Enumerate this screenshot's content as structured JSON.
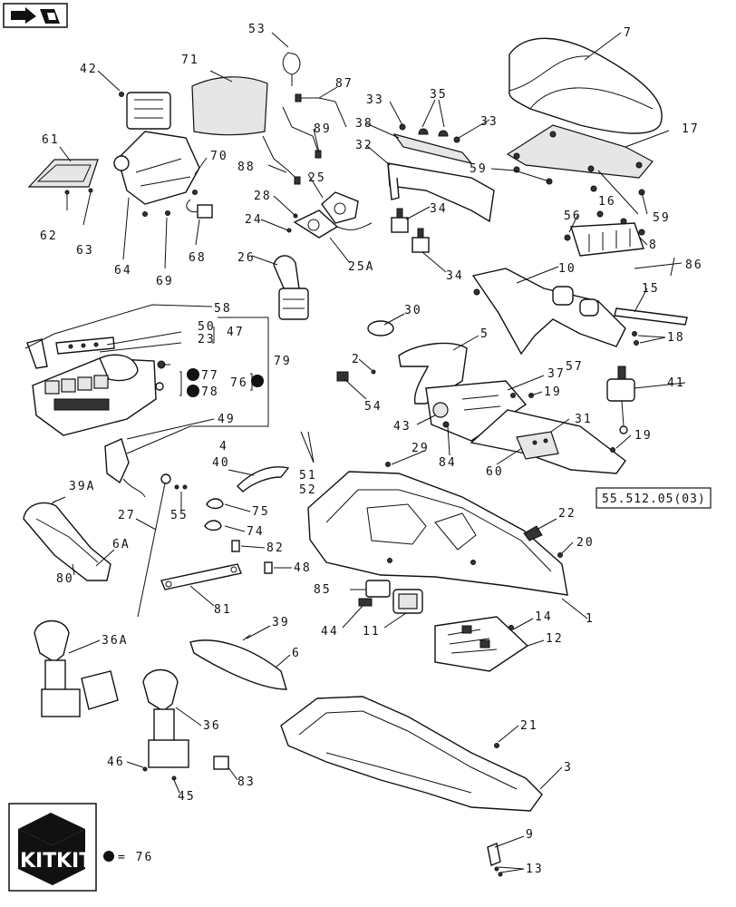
{
  "nav": {
    "icon": "page-back-arrow-icon"
  },
  "labels": {
    "l1": "1",
    "l2": "2",
    "l3": "3",
    "l4": "4",
    "l5": "5",
    "l6": "6",
    "l6a": "6A",
    "l7": "7",
    "l8": "8",
    "l9": "9",
    "l10": "10",
    "l11": "11",
    "l12": "12",
    "l13": "13",
    "l14": "14",
    "l15": "15",
    "l16": "16",
    "l17": "17",
    "l18": "18",
    "l19a": "19",
    "l19b": "19",
    "l20": "20",
    "l21": "21",
    "l22": "22",
    "l23": "23",
    "l24": "24",
    "l25": "25",
    "l25a": "25A",
    "l26": "26",
    "l27": "27",
    "l28": "28",
    "l29": "29",
    "l30": "30",
    "l31": "31",
    "l32": "32",
    "l33a": "33",
    "l33b": "33",
    "l34a": "34",
    "l34b": "34",
    "l35": "35",
    "l36": "36",
    "l36a": "36A",
    "l37": "37",
    "l38": "38",
    "l39": "39",
    "l39a": "39A",
    "l40": "40",
    "l41": "41",
    "l42": "42",
    "l43": "43",
    "l44": "44",
    "l45": "45",
    "l46": "46",
    "l47": "47",
    "l48": "48",
    "l49": "49",
    "l50": "50",
    "l51": "51",
    "l52": "52",
    "l53": "53",
    "l54": "54",
    "l55": "55",
    "l56": "56",
    "l57": "57",
    "l58": "58",
    "l59a": "59",
    "l59b": "59",
    "l60": "60",
    "l61": "61",
    "l62": "62",
    "l63": "63",
    "l64": "64",
    "l68": "68",
    "l69": "69",
    "l70": "70",
    "l71": "71",
    "l74": "74",
    "l75": "75",
    "l76": "76",
    "l77": "77",
    "l78": "78",
    "l79": "79",
    "l80": "80",
    "l81": "81",
    "l82": "82",
    "l83": "83",
    "l84": "84",
    "l85": "85",
    "l86": "86",
    "l87": "87",
    "l88": "88",
    "l89": "89"
  },
  "reference": {
    "code": "55.512.05(03)"
  },
  "kit": {
    "word1": "KIT",
    "word2": "KIT",
    "legend": "= 76"
  },
  "colors": {
    "ink": "#111111",
    "paper": "#ffffff",
    "shade": "#e6e6e6"
  }
}
